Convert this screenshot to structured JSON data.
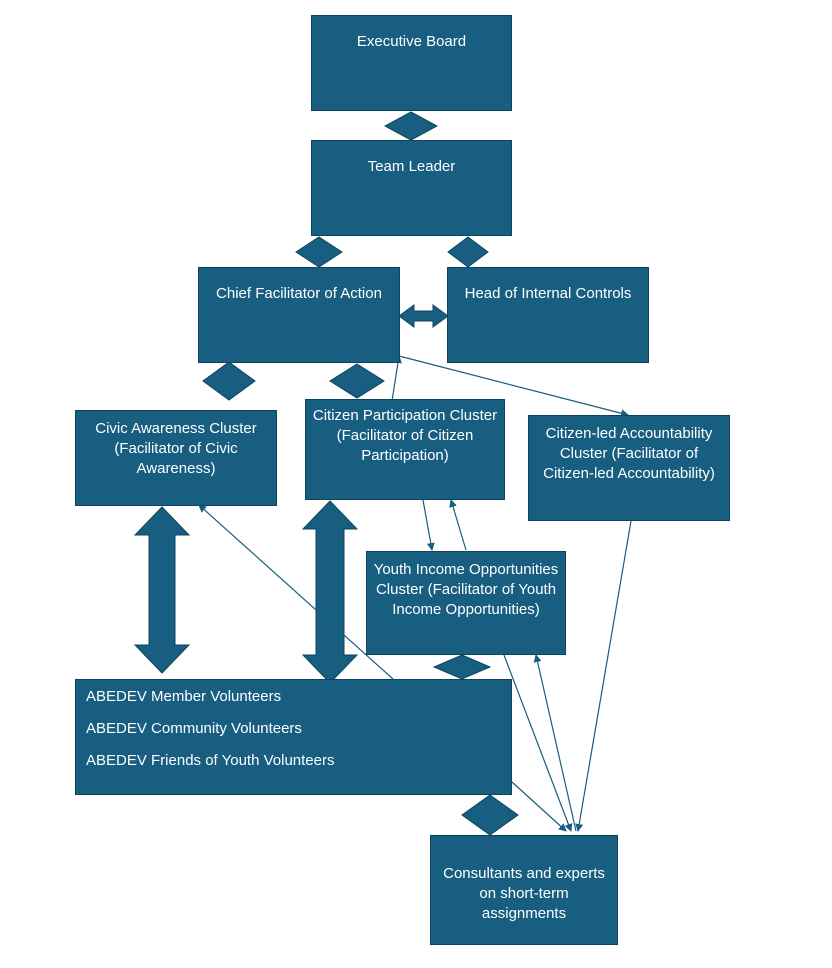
{
  "colors": {
    "box_fill": "#175e80",
    "box_border": "#0d4560",
    "text": "#ffffff",
    "connector": "#175e80"
  },
  "nodes": {
    "executive_board": "Executive Board",
    "team_leader": "Team Leader",
    "chief_facilitator": "Chief Facilitator of Action",
    "head_internal_controls": "Head of Internal Controls",
    "civic_awareness": "Civic Awareness Cluster (Facilitator of Civic Awareness)",
    "citizen_participation": "Citizen Participation Cluster (Facilitator of Citizen Participation)",
    "citizen_accountability": "Citizen-led Accountability Cluster (Facilitator of Citizen-led Accountability)",
    "youth_income": "Youth Income Opportunities Cluster (Facilitator of Youth Income Opportunities)",
    "consultants": "Consultants and experts on short-term assignments"
  },
  "volunteers": [
    "ABEDEV Member Volunteers",
    "ABEDEV Community Volunteers",
    "ABEDEV Friends of Youth Volunteers"
  ]
}
